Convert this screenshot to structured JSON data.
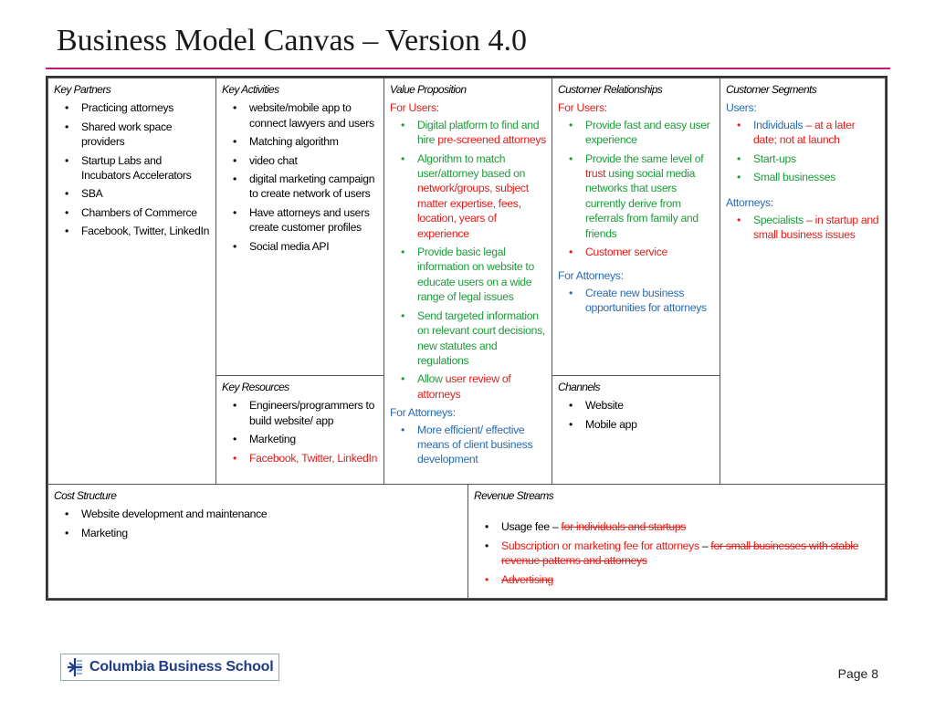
{
  "title": "Business Model Canvas – Version 4.0",
  "key_partners": {
    "head": "Key Partners",
    "items": [
      "Practicing attorneys",
      "Shared work space providers",
      "Startup Labs and Incubators Accelerators",
      "SBA",
      "Chambers of Commerce",
      "Facebook, Twitter, LinkedIn"
    ]
  },
  "key_activities": {
    "head": "Key Activities",
    "items": [
      "website/mobile app to connect lawyers and users",
      "Matching algorithm",
      "video chat",
      "digital marketing campaign to create network of users",
      "Have attorneys and users create customer profiles",
      "Social media API"
    ]
  },
  "key_resources": {
    "head": "Key Resources",
    "items": [
      "Engineers/programmers to build website/ app",
      "Marketing",
      "Facebook, Twitter, LinkedIn"
    ]
  },
  "value_proposition": {
    "head": "Value Proposition",
    "for_users": "For Users:",
    "u1a": "Digital platform to find and hire ",
    "u1b": "pre-screened attorneys",
    "u2a": "Algorithm to match user/attorney based on ",
    "u2b": "network/groups, subject matter expertise, fees, location, years of experience",
    "u3": "Provide basic legal information on website to educate users on a wide range of legal issues",
    "u4": "Send targeted information on relevant court decisions, new statutes and regulations",
    "u5a": "Allow ",
    "u5b": "user review of attorneys",
    "for_attorneys": "For Attorneys:",
    "a1": "More efficient/ effective means of client business development"
  },
  "customer_relationships": {
    "head": "Customer Relationships",
    "for_users": "For Users:",
    "u1": "Provide fast and easy user experience",
    "u2a": "Provide the same level of ",
    "u2b": "trust",
    "u2c": " using social media networks that users currently derive from referrals from family and friends",
    "u3": "Customer service",
    "for_attorneys": "For Attorneys:",
    "a1": "Create new business opportunities for attorneys"
  },
  "channels": {
    "head": "Channels",
    "items": [
      "Website",
      "Mobile app"
    ]
  },
  "customer_segments": {
    "head": "Customer Segments",
    "users_label": "Users:",
    "u1a": "Individuals",
    "u1b": " – at a later date; not at launch",
    "u2": "Start-ups",
    "u3": "Small businesses",
    "attorneys_label": "Attorneys:",
    "a1a": "Specialists",
    "a1b": " – in startup and small business issues"
  },
  "cost_structure": {
    "head": "Cost Structure",
    "items": [
      "Website development and maintenance",
      "Marketing"
    ]
  },
  "revenue_streams": {
    "head": "Revenue Streams",
    "r1a": "Usage fee – ",
    "r1b": "for individuals and startups",
    "r2a": "Subscription or marketing fee for attorneys",
    "r2b": " – ",
    "r2c": "for small businesses with stable revenue patterns and attorneys",
    "r3": "Advertising"
  },
  "footer": {
    "logo_text": "Columbia Business School",
    "page": "Page 8"
  },
  "colors": {
    "accent_rule": "#c2187b",
    "red": "#e41b17",
    "green": "#1e9a3a",
    "blue": "#2a6bb0"
  }
}
